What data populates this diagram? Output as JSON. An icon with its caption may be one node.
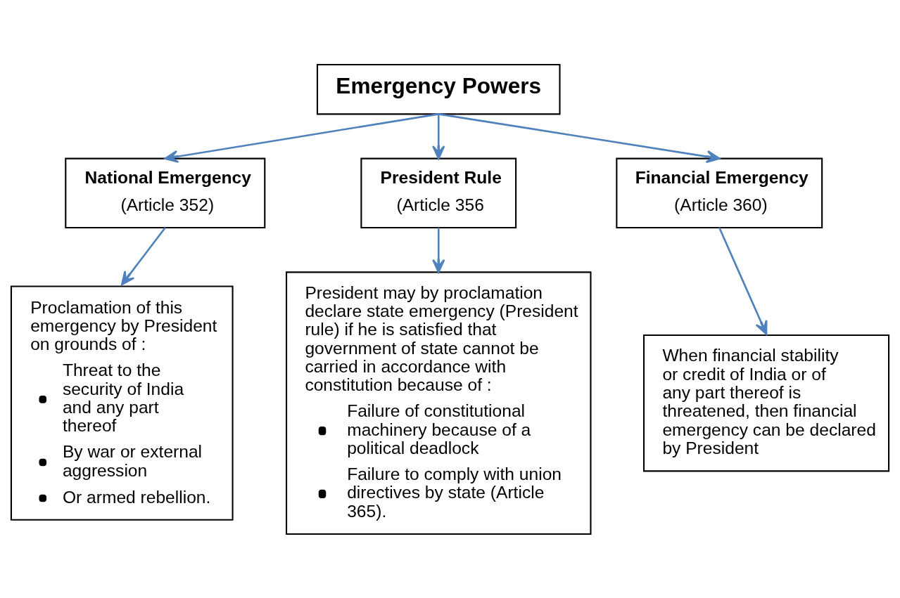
{
  "diagram": {
    "nodes": [
      {
        "text": [
          "Emergency Powers"
        ]
      },
      {
        "text": [
          "National Emergency",
          "(Article 352)"
        ]
      },
      {
        "text": [
          "President Rule",
          "(Article 356"
        ]
      },
      {
        "text": [
          "Financial Emergency",
          "(Article 360)"
        ]
      },
      {
        "text": [
          "Proclamation of this emergency by President on grounds of :",
          "Threat to the security of India and any part thereof",
          "By war or external aggression",
          "Or armed rebellion."
        ]
      },
      {
        "text": [
          "President may by proclamation declare state emergency (President rule) if he is satisfied that government of state cannot be carried in accordance with constitution because of :",
          "Failure of constitutional machinery because of a political deadlock",
          "Failure to comply with union directives by state (Article 365)."
        ]
      },
      {
        "text": [
          "When financial stability or credit of India or of any part thereof is threatened, then financial emergency can be declared by President"
        ]
      }
    ],
    "edges": [
      {
        "from": 0,
        "to": 1,
        "arrow": "to"
      },
      {
        "from": 0,
        "to": 2,
        "arrow": "to"
      },
      {
        "from": 0,
        "to": 3,
        "arrow": "to"
      },
      {
        "from": 1,
        "to": 4,
        "arrow": "to"
      },
      {
        "from": 2,
        "to": 5,
        "arrow": "to"
      },
      {
        "from": 3,
        "to": 6,
        "arrow": "to"
      }
    ]
  }
}
